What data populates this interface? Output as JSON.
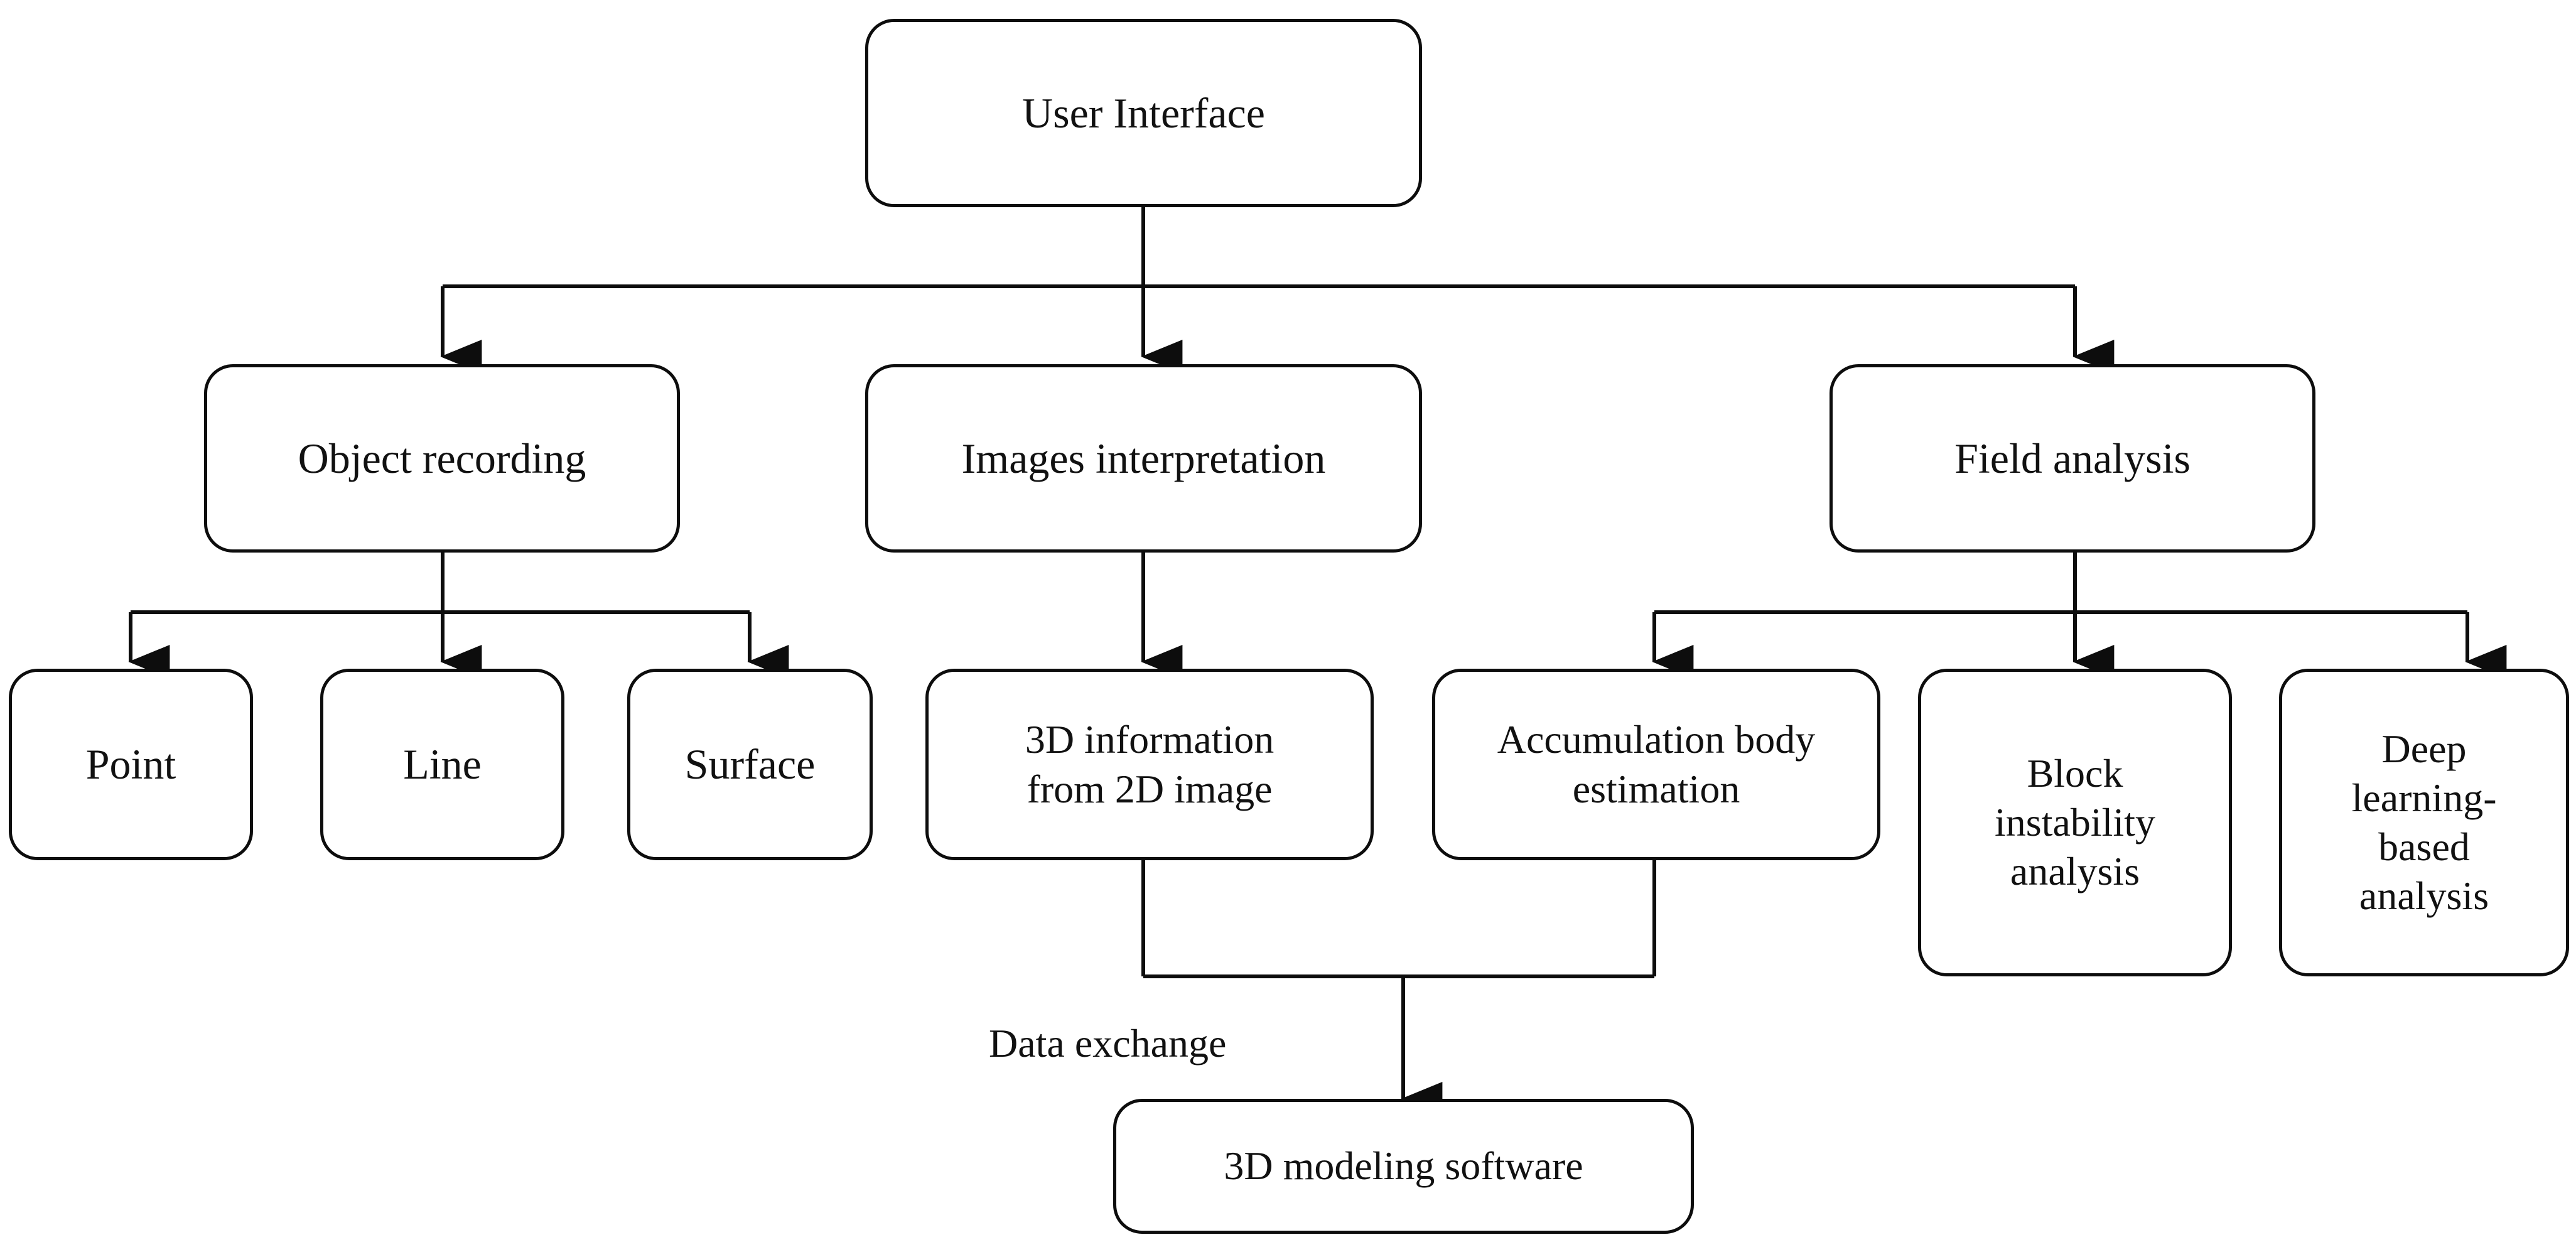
{
  "diagram": {
    "title": "User Interface system architecture flowchart",
    "stroke_color": "#0d0d0d",
    "fill_color": "#ffffff",
    "text_color": "#111111"
  },
  "nodes": {
    "user_interface": "User Interface",
    "object_recording": "Object recording",
    "images_interpretation": "Images interpretation",
    "field_analysis": "Field analysis",
    "point": "Point",
    "line": "Line",
    "surface": "Surface",
    "info_3d": "3D information\nfrom 2D image",
    "accumulation_body": "Accumulation body\nestimation",
    "block_instability": "Block\ninstability\nanalysis",
    "deep_learning": "Deep\nlearning-\nbased\nanalysis",
    "modeling_software": "3D modeling software"
  },
  "edge_labels": {
    "data_exchange": "Data exchange"
  },
  "chart_data": {
    "type": "diagram",
    "layout": "top-down tree",
    "root": "User Interface",
    "edges": [
      {
        "from": "User Interface",
        "to": "Object recording",
        "label": ""
      },
      {
        "from": "User Interface",
        "to": "Images interpretation",
        "label": ""
      },
      {
        "from": "User Interface",
        "to": "Field analysis",
        "label": ""
      },
      {
        "from": "Object recording",
        "to": "Point",
        "label": ""
      },
      {
        "from": "Object recording",
        "to": "Line",
        "label": ""
      },
      {
        "from": "Object recording",
        "to": "Surface",
        "label": ""
      },
      {
        "from": "Images interpretation",
        "to": "3D information from 2D image",
        "label": ""
      },
      {
        "from": "Field analysis",
        "to": "Accumulation body estimation",
        "label": ""
      },
      {
        "from": "Field analysis",
        "to": "Block instability analysis",
        "label": ""
      },
      {
        "from": "Field analysis",
        "to": "Deep learning-based analysis",
        "label": ""
      },
      {
        "from": "3D information from 2D image",
        "to": "3D modeling software",
        "label": "Data exchange"
      },
      {
        "from": "Accumulation body estimation",
        "to": "3D modeling software",
        "label": "Data exchange"
      }
    ]
  }
}
